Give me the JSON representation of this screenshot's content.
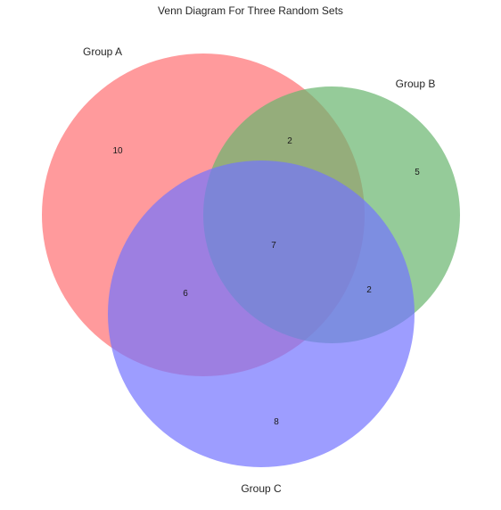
{
  "diagram": {
    "title": "Venn Diagram For Three Random Sets",
    "sets": [
      {
        "key": "A",
        "label": "Group A",
        "color": "#ff6f72"
      },
      {
        "key": "B",
        "label": "Group B",
        "color": "#68b56d"
      },
      {
        "key": "C",
        "label": "Group C",
        "color": "#7373ff"
      }
    ],
    "regions": [
      {
        "key": "A_only",
        "count": "10"
      },
      {
        "key": "B_only",
        "count": "5"
      },
      {
        "key": "C_only",
        "count": "8"
      },
      {
        "key": "AB_only",
        "count": "2"
      },
      {
        "key": "AC_only",
        "count": "6"
      },
      {
        "key": "BC_only",
        "count": "2"
      },
      {
        "key": "ABC",
        "count": "7"
      }
    ]
  }
}
